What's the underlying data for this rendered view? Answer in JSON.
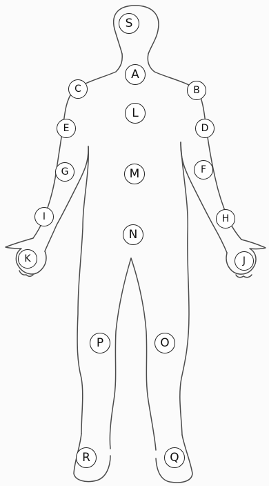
{
  "diagram": {
    "points": [
      {
        "id": "S",
        "label": "S"
      },
      {
        "id": "A",
        "label": "A"
      },
      {
        "id": "B",
        "label": "B"
      },
      {
        "id": "C",
        "label": "C"
      },
      {
        "id": "D",
        "label": "D"
      },
      {
        "id": "E",
        "label": "E"
      },
      {
        "id": "F",
        "label": "F"
      },
      {
        "id": "G",
        "label": "G"
      },
      {
        "id": "H",
        "label": "H"
      },
      {
        "id": "I",
        "label": "I"
      },
      {
        "id": "J",
        "label": "J"
      },
      {
        "id": "K",
        "label": "K"
      },
      {
        "id": "L",
        "label": "L"
      },
      {
        "id": "M",
        "label": "M"
      },
      {
        "id": "N",
        "label": "N"
      },
      {
        "id": "O",
        "label": "O"
      },
      {
        "id": "P",
        "label": "P"
      },
      {
        "id": "Q",
        "label": "Q"
      },
      {
        "id": "R",
        "label": "R"
      }
    ]
  }
}
